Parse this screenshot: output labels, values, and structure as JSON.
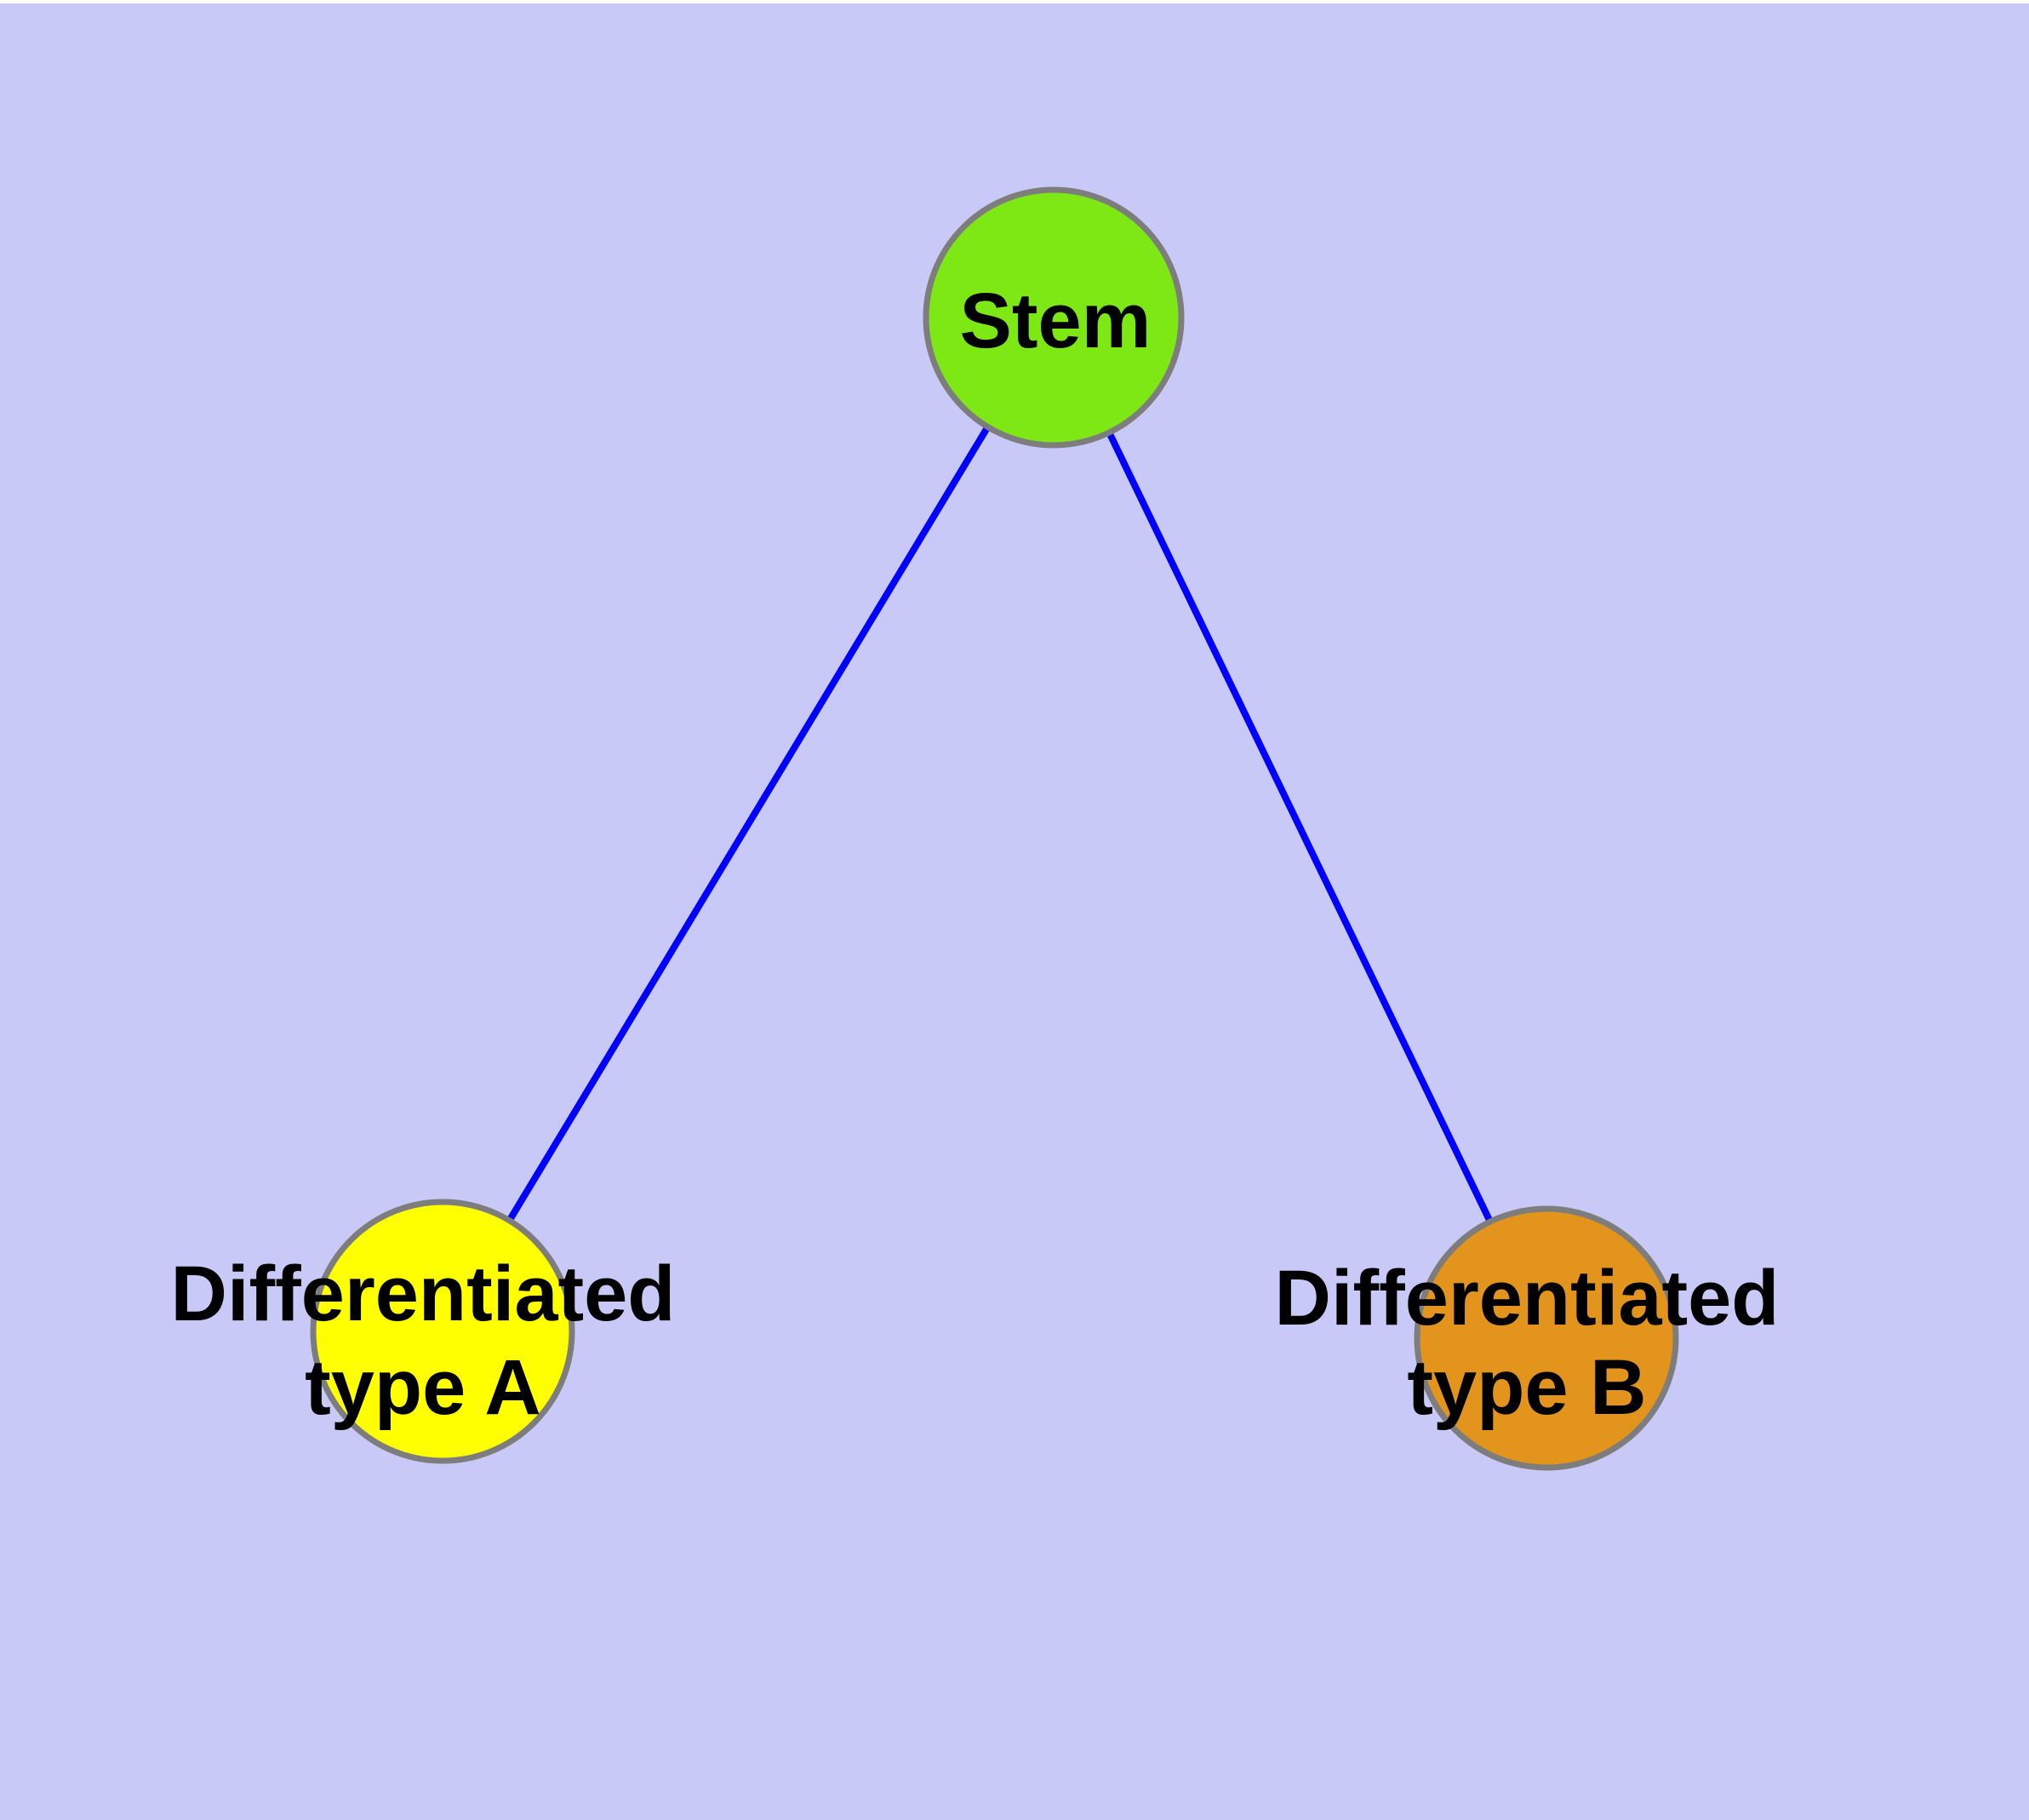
{
  "diagram": {
    "background_color": "#c9c9f7",
    "top_margin_color": "#ffffff",
    "label_color": "#000000",
    "edge_style": {
      "color": "#0000ff",
      "width": 8
    },
    "node_border": {
      "color": "#7d7d7d",
      "width": 7
    },
    "nodes": [
      {
        "id": "stem",
        "label": "Stem",
        "fill": "#7de814"
      },
      {
        "id": "differentiated-type-a",
        "label": "Differentiated type A",
        "line1": "Differentiated",
        "line2": "type A",
        "fill": "#ffff00"
      },
      {
        "id": "differentiated-type-b",
        "label": "Differentiated type B",
        "line1": "Differentiated",
        "line2": "type B",
        "fill": "#e2941c"
      }
    ],
    "edges": [
      {
        "from": "stem",
        "to": "differentiated-type-a"
      },
      {
        "from": "stem",
        "to": "differentiated-type-b"
      }
    ]
  }
}
